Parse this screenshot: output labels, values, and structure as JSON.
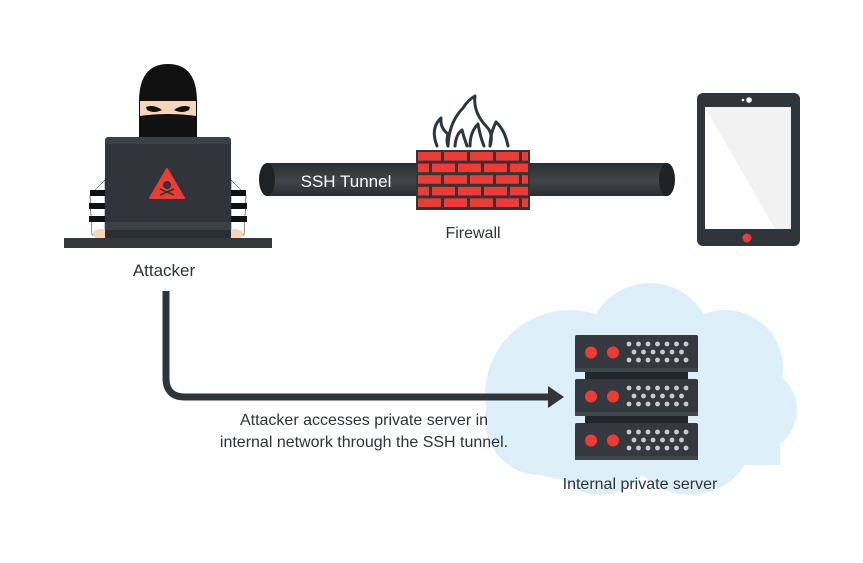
{
  "diagram": {
    "title": "SSH tunnel attack diagram",
    "nodes": {
      "attacker": {
        "label": "Attacker",
        "icon": "hacker-at-laptop-icon",
        "warning_icon": "skull-warning-icon"
      },
      "tunnel": {
        "label": "SSH Tunnel"
      },
      "firewall": {
        "label": "Firewall",
        "icon": "firewall-icon"
      },
      "tablet": {
        "icon": "tablet-icon"
      },
      "server": {
        "label": "Internal private server",
        "icon": "server-rack-icon",
        "units": 3
      },
      "network": {
        "icon": "cloud-icon"
      }
    },
    "edge": {
      "from": "attacker",
      "to": "server",
      "caption_line1": "Attacker accesses private server in",
      "caption_line2": "internal network through the SSH tunnel."
    },
    "colors": {
      "dark": "#33393f",
      "accent_red": "#ee3b33",
      "cloud": "#ddf0fa",
      "skin": "#f7d5bb",
      "screen": "#f2f2f2",
      "text": "#2f3337"
    }
  }
}
